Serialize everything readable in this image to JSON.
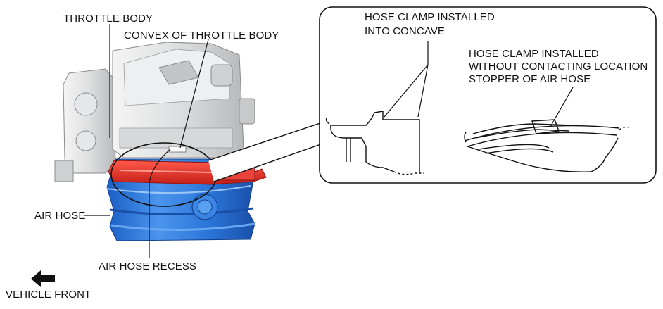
{
  "labels": {
    "throttle_body": "THROTTLE BODY",
    "convex_of_throttle_body": "CONVEX OF THROTTLE BODY",
    "air_hose": "AIR HOSE",
    "air_hose_recess": "AIR HOSE RECESS",
    "vehicle_front": "VEHICLE FRONT",
    "clamp_into_concave": [
      "HOSE CLAMP INSTALLED",
      "INTO CONCAVE"
    ],
    "clamp_without_contact": [
      "HOSE CLAMP INSTALLED",
      "WITHOUT CONTACTING LOCATION",
      "STOPPER OF AIR HOSE"
    ]
  },
  "colors": {
    "hose_blue": "#2f7fe0",
    "clamp_red": "#e0322a",
    "body_gray": "#d9dadb",
    "line": "#111111"
  }
}
